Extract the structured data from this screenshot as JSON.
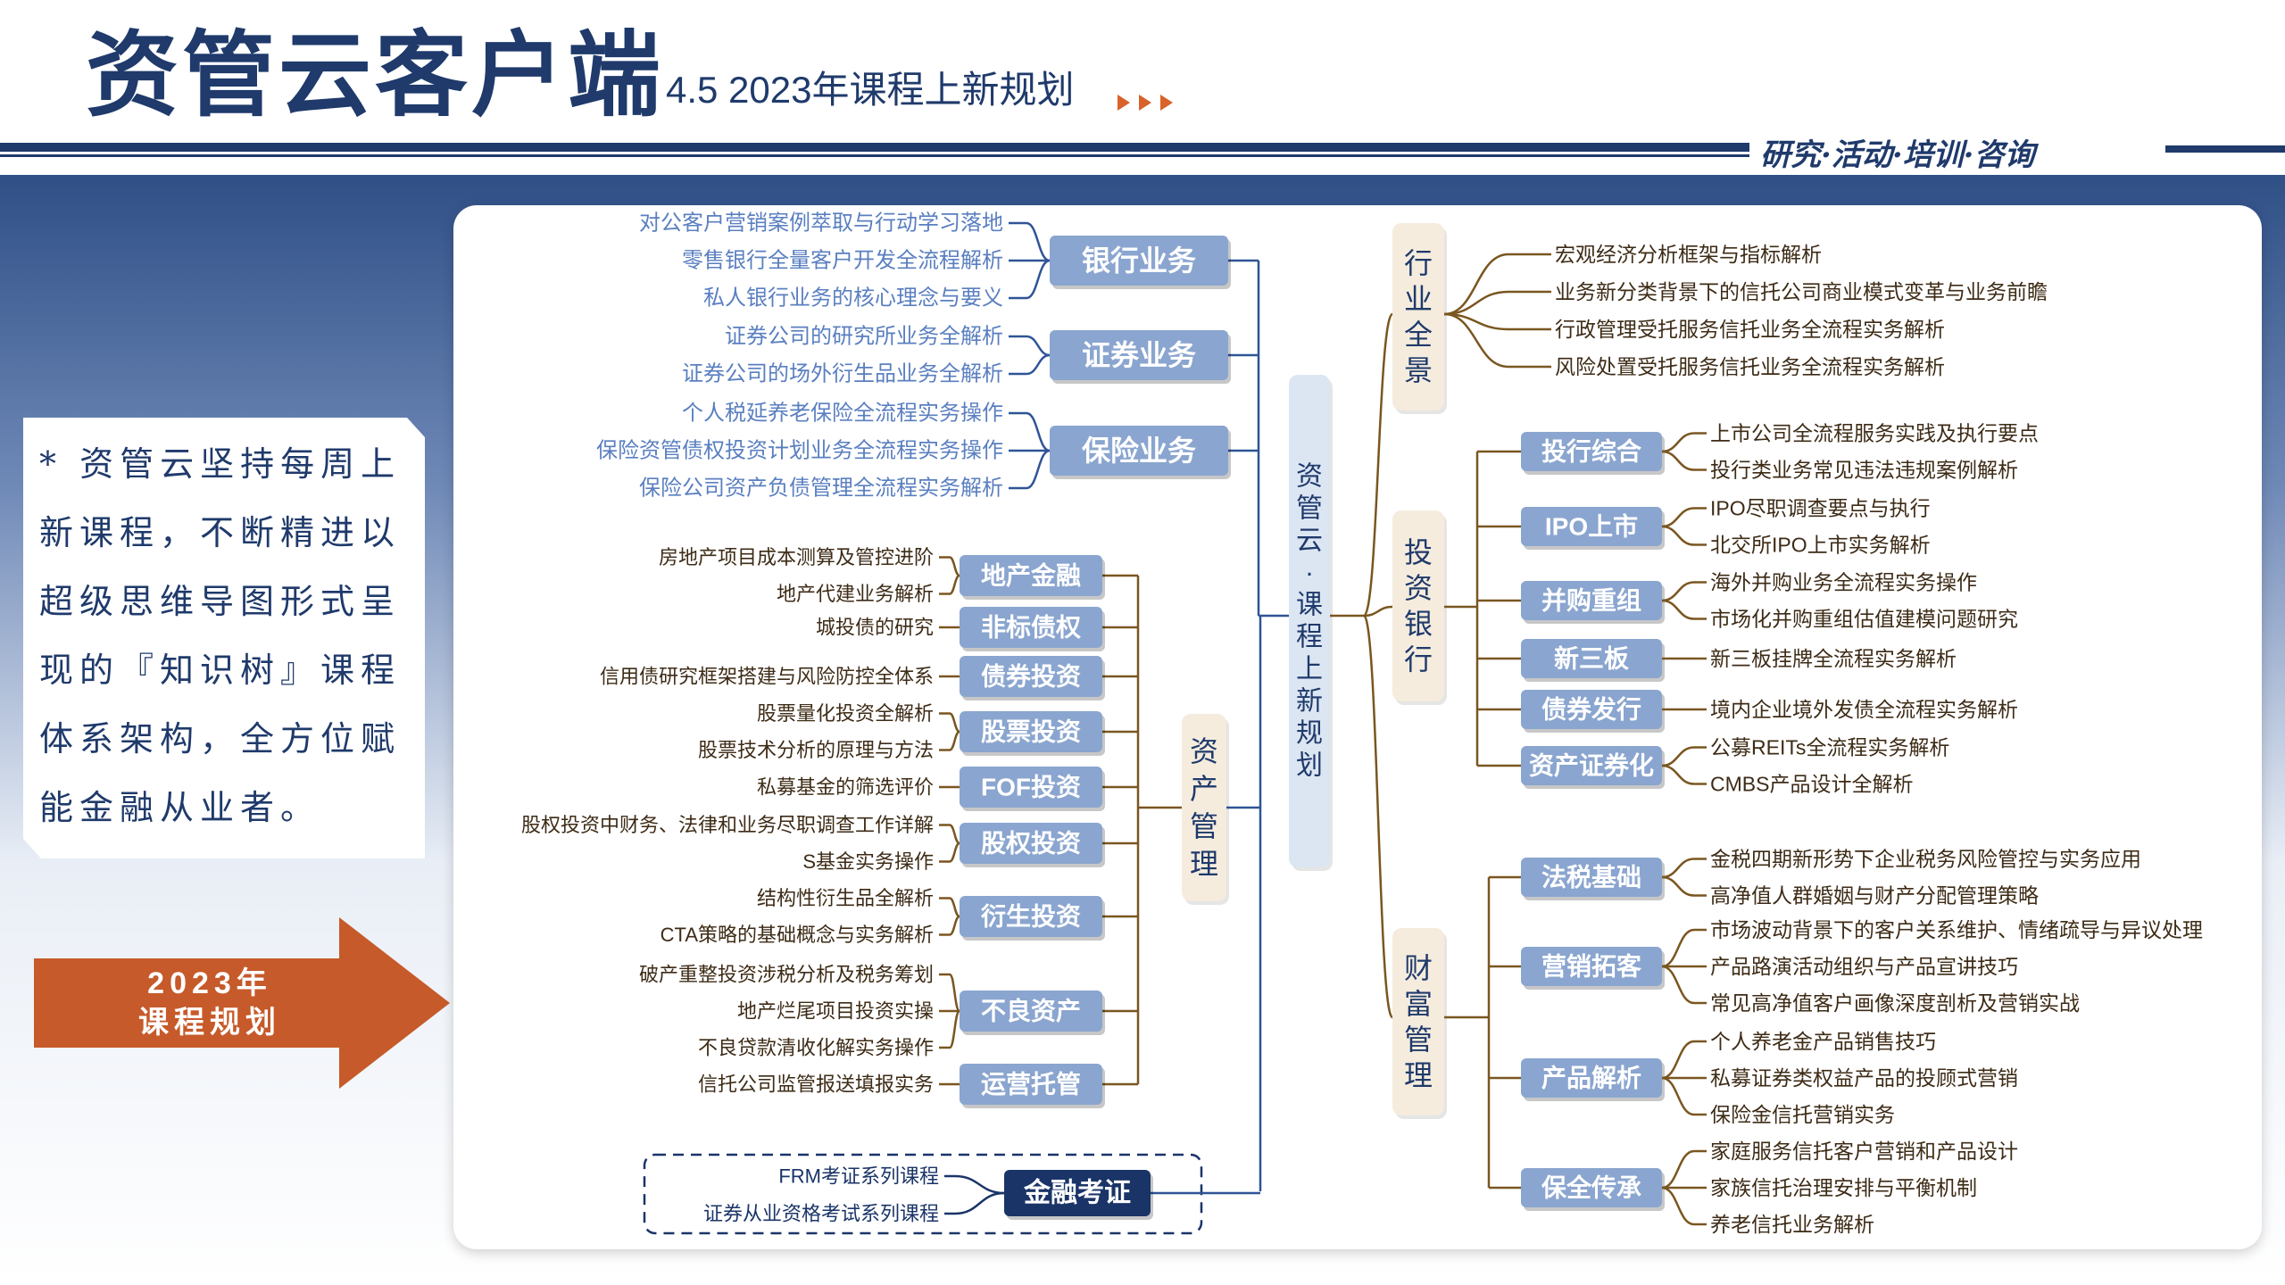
{
  "header": {
    "app_title": "资管云客户端",
    "subtitle": "4.5  2023年课程上新规划",
    "tagline": "研究·活动·培训·咨询"
  },
  "note": {
    "lines": [
      "* 资管云坚持每周上",
      "新课程，不断精进以",
      "超级思维导图形式呈",
      "现的『知识树』课程",
      "体系架构，全方位赋",
      "能金融从业者。"
    ]
  },
  "arrow": {
    "line1": "2023年",
    "line2": "课程规划"
  },
  "colors": {
    "navy": "#1f3a6b",
    "chip": "#8aa5cf",
    "chip_dark": "#1a3468",
    "line_blue": "#2f5496",
    "line_brown": "#7a5620",
    "text_blue": "#5a7fc0",
    "text_brown": "#3d2b16",
    "vbar": "#dce6f3",
    "vbar_warm": "#f5ecde",
    "arrow": "#c65a2a"
  },
  "mindmap": {
    "root": "资管云·课程上新规划",
    "left_upper": [
      {
        "label": "银行业务",
        "items": [
          "对公客户营销案例萃取与行动学习落地",
          "零售银行全量客户开发全流程解析",
          "私人银行业务的核心理念与要义"
        ]
      },
      {
        "label": "证券业务",
        "items": [
          "证券公司的研究所业务全解析",
          "证券公司的场外衍生品业务全解析"
        ]
      },
      {
        "label": "保险业务",
        "items": [
          "个人税延养老保险全流程实务操作",
          "保险资管债权投资计划业务全流程实务操作",
          "保险公司资产负债管理全流程实务解析"
        ]
      }
    ],
    "asset_mgmt": {
      "label": "资产管理",
      "branches": [
        {
          "label": "地产金融",
          "items": [
            "房地产项目成本测算及管控进阶",
            "地产代建业务解析"
          ]
        },
        {
          "label": "非标债权",
          "items": [
            "城投债的研究"
          ]
        },
        {
          "label": "债券投资",
          "items": [
            "信用债研究框架搭建与风险防控全体系"
          ]
        },
        {
          "label": "股票投资",
          "items": [
            "股票量化投资全解析",
            "股票技术分析的原理与方法"
          ]
        },
        {
          "label": "FOF投资",
          "items": [
            "私募基金的筛选评价"
          ]
        },
        {
          "label": "股权投资",
          "items": [
            "股权投资中财务、法律和业务尽职调查工作详解",
            "S基金实务操作"
          ]
        },
        {
          "label": "衍生投资",
          "items": [
            "结构性衍生品全解析",
            "CTA策略的基础概念与实务解析"
          ]
        },
        {
          "label": "不良资产",
          "items": [
            "破产重整投资涉税分析及税务筹划",
            "地产烂尾项目投资实操",
            "不良贷款清收化解实务操作"
          ]
        },
        {
          "label": "运营托管",
          "items": [
            "信托公司监管报送填报实务"
          ]
        }
      ]
    },
    "finance_exam": {
      "label": "金融考证",
      "items": [
        "FRM考证系列课程",
        "证券从业资格考试系列课程"
      ]
    },
    "industry": {
      "label": "行业全景",
      "items": [
        "宏观经济分析框架与指标解析",
        "业务新分类背景下的信托公司商业模式变革与业务前瞻",
        "行政管理受托服务信托业务全流程实务解析",
        "风险处置受托服务信托业务全流程实务解析"
      ]
    },
    "ibank": {
      "label": "投资银行",
      "branches": [
        {
          "label": "投行综合",
          "items": [
            "上市公司全流程服务实践及执行要点",
            "投行类业务常见违法违规案例解析"
          ]
        },
        {
          "label": "IPO上市",
          "items": [
            "IPO尽职调查要点与执行",
            "北交所IPO上市实务解析"
          ]
        },
        {
          "label": "并购重组",
          "items": [
            "海外并购业务全流程实务操作",
            "市场化并购重组估值建模问题研究"
          ]
        },
        {
          "label": "新三板",
          "items": [
            "新三板挂牌全流程实务解析"
          ]
        },
        {
          "label": "债券发行",
          "items": [
            "境内企业境外发债全流程实务解析"
          ]
        },
        {
          "label": "资产证券化",
          "items": [
            "公募REITs全流程实务解析",
            "CMBS产品设计全解析"
          ]
        }
      ]
    },
    "wealth": {
      "label": "财富管理",
      "branches": [
        {
          "label": "法税基础",
          "items": [
            "金税四期新形势下企业税务风险管控与实务应用",
            "高净值人群婚姻与财产分配管理策略"
          ]
        },
        {
          "label": "营销拓客",
          "items": [
            "市场波动背景下的客户关系维护、情绪疏导与异议处理",
            "产品路演活动组织与产品宣讲技巧",
            "常见高净值客户画像深度剖析及营销实战"
          ]
        },
        {
          "label": "产品解析",
          "items": [
            "个人养老金产品销售技巧",
            "私募证券类权益产品的投顾式营销",
            "保险金信托营销实务"
          ]
        },
        {
          "label": "保全传承",
          "items": [
            "家庭服务信托客户营销和产品设计",
            "家族信托治理安排与平衡机制",
            "养老信托业务解析"
          ]
        }
      ]
    }
  }
}
